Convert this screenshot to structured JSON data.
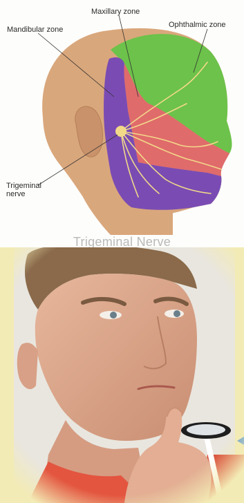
{
  "diagram": {
    "labels": {
      "maxillary": "Maxillary zone",
      "ophthalmic": "Ophthalmic zone",
      "mandibular": "Mandibular zone",
      "trigeminal_line1": "Trigeminal",
      "trigeminal_line2": "nerve"
    },
    "caption": "Trigeminal Nerve",
    "zone_colors": {
      "ophthalmic": "#6cc24a",
      "maxillary": "#e06b6b",
      "mandibular": "#7a4cb3",
      "nerve": "#f2d98a"
    }
  },
  "photo": {
    "subject": "man-touching-chin-with-sensory-test-disc",
    "background_color": "#f3ebb5"
  }
}
